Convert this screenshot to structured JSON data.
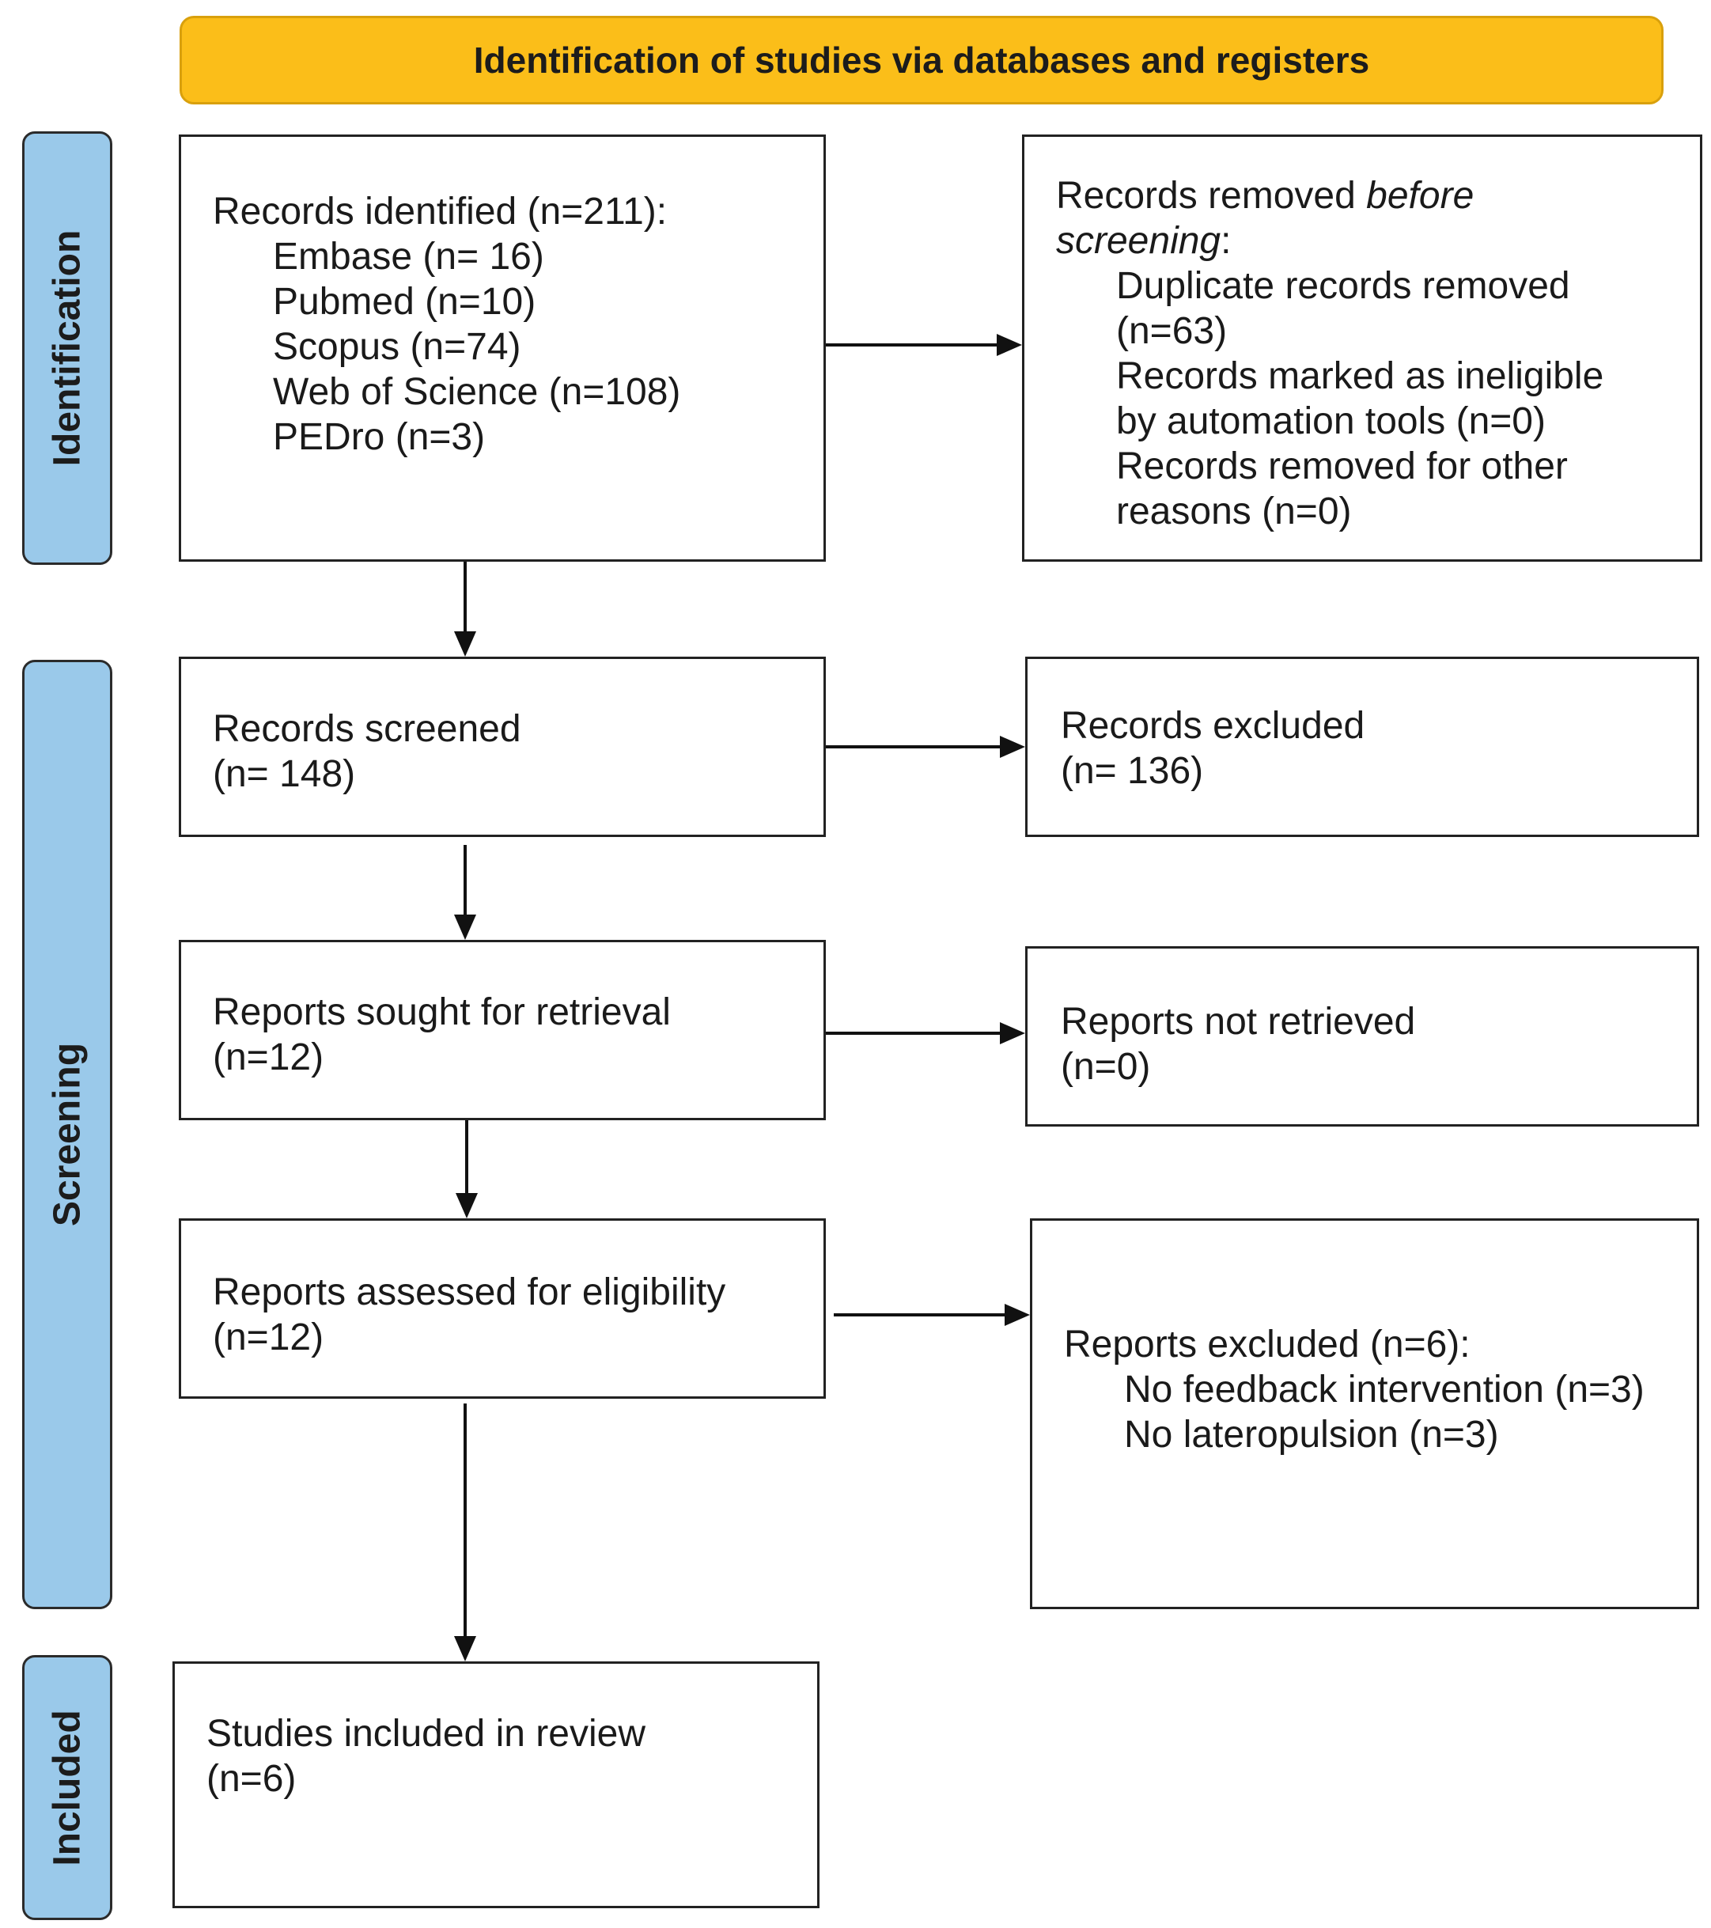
{
  "header": {
    "title": "Identification of studies via databases and registers"
  },
  "phases": {
    "identification": "Identification",
    "screening": "Screening",
    "included": "Included"
  },
  "identified": {
    "title": "Records identified (n=211):",
    "sources": [
      "Embase (n= 16)",
      "Pubmed (n=10)",
      "Scopus (n=74)",
      "Web of Science (n=108)",
      "PEDro (n=3)"
    ]
  },
  "removed": {
    "title_a": "Records removed ",
    "title_em": "before",
    "title_b": "screening",
    "title_c": ":",
    "lines": [
      "Duplicate records removed",
      "(n=63)",
      "Records marked as ineligible",
      "by automation tools (n=0)",
      "Records removed for other",
      "reasons (n=0)"
    ]
  },
  "screened": {
    "line1": "Records screened",
    "line2": "(n= 148)"
  },
  "excluded": {
    "line1": "Records excluded",
    "line2": "(n= 136)"
  },
  "sought": {
    "line1": "Reports sought for retrieval",
    "line2": "(n=12)"
  },
  "not_retrieved": {
    "line1": "Reports not retrieved",
    "line2": "(n=0)"
  },
  "assessed": {
    "line1": "Reports assessed for eligibility",
    "line2": "(n=12)"
  },
  "reports_excluded": {
    "title": "Reports excluded (n=6):",
    "reasons": [
      "No feedback intervention (n=3)",
      "No lateropulsion (n=3)"
    ]
  },
  "included": {
    "line1": "Studies included in review",
    "line2": "(n=6)"
  }
}
